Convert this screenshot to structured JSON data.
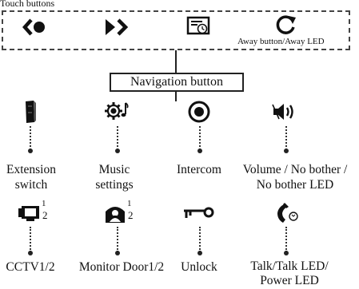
{
  "header": {
    "title": "Touch buttons"
  },
  "touch_bar": {
    "away_label": "Away button/Away LED",
    "buttons": [
      {
        "name": "left-arrow-dot-button",
        "icon": "left-arrow-dot-icon"
      },
      {
        "name": "right-arrow-button",
        "icon": "right-arrow-icon"
      },
      {
        "name": "playback-button",
        "icon": "screen-clock-icon"
      },
      {
        "name": "away-button",
        "icon": "refresh-icon"
      }
    ]
  },
  "navigation": {
    "label": "Navigation button"
  },
  "row1": [
    {
      "line1": "Extension",
      "line2": "switch",
      "icon": "extension-switch-icon"
    },
    {
      "line1": "Music",
      "line2": "settings",
      "icon": "music-settings-icon"
    },
    {
      "line1": "Intercom",
      "line2": "",
      "icon": "intercom-icon"
    },
    {
      "line1": "Volume / No bother /",
      "line2": "No bother LED",
      "icon": "volume-icon"
    }
  ],
  "row2": [
    {
      "line1": "CCTV1/2",
      "line2": "",
      "icon": "cctv-icon"
    },
    {
      "line1": "Monitor Door1/2",
      "line2": "",
      "icon": "monitor-door-icon"
    },
    {
      "line1": "Unlock",
      "line2": "",
      "icon": "unlock-icon"
    },
    {
      "line1": "Talk/Talk LED/",
      "line2": "Power LED",
      "icon": "talk-icon"
    }
  ],
  "superscripts": {
    "one": "1",
    "two": "2"
  }
}
